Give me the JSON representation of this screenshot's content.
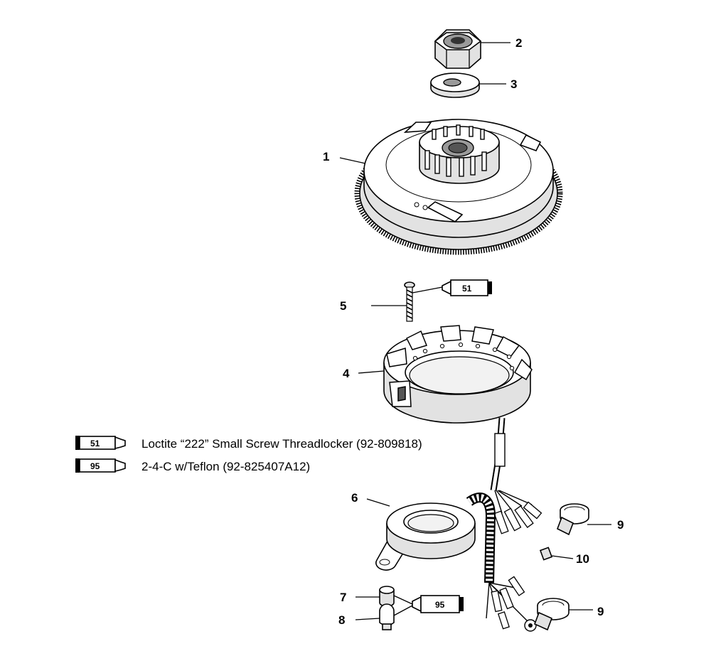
{
  "callouts": {
    "c1": "1",
    "c2": "2",
    "c3": "3",
    "c4": "4",
    "c5": "5",
    "c6": "6",
    "c7": "7",
    "c8": "8",
    "c9a": "9",
    "c9b": "9",
    "c10": "10"
  },
  "tubes": {
    "screw_tube": "51",
    "clamp_tube": "95"
  },
  "legend": [
    {
      "code": "51",
      "text": "Loctite “222” Small Screw Threadlocker  (92-809818)"
    },
    {
      "code": "95",
      "text": "2-4-C w/Teflon (92-825407A12)"
    }
  ]
}
